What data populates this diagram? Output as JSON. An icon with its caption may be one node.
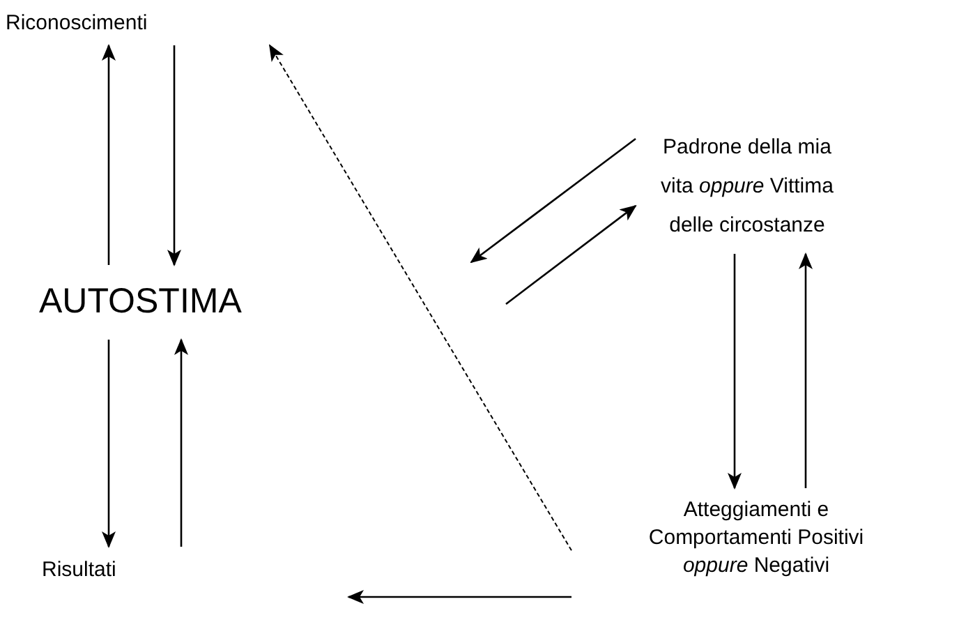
{
  "diagram": {
    "nodes": [
      {
        "text": [
          "Riconoscimenti"
        ]
      },
      {
        "text": [
          "AUTOSTIMA"
        ]
      },
      {
        "text": [
          "Risultati"
        ]
      },
      {
        "text": [
          "Padrone della mia vita *oppure* Vittima delle circostanze"
        ]
      },
      {
        "text": [
          "Atteggiamenti e Comportamenti Positivi *oppure* Negativi"
        ]
      }
    ],
    "edges": [
      {
        "from": 1,
        "to": 0,
        "arrow": "to"
      },
      {
        "from": 0,
        "to": 1,
        "arrow": "to"
      },
      {
        "from": 1,
        "to": 2,
        "arrow": "to"
      },
      {
        "from": 2,
        "to": 1,
        "arrow": "to"
      },
      {
        "from": 3,
        "to": null,
        "arrow": "to"
      },
      {
        "from": null,
        "to": 3,
        "arrow": "to"
      },
      {
        "from": 3,
        "to": 4,
        "arrow": "to"
      },
      {
        "from": 4,
        "to": 3,
        "arrow": "to"
      },
      {
        "from": 4,
        "to": null,
        "arrow": "to"
      },
      {
        "from": 4,
        "to": 0,
        "arrow": "to",
        "style": "dashed"
      }
    ]
  }
}
